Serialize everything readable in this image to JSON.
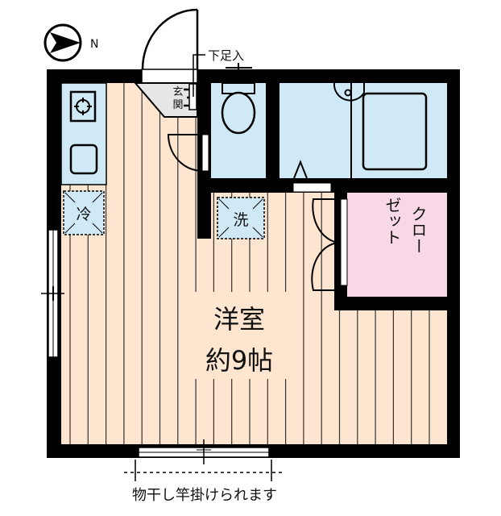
{
  "compass": {
    "label": "N",
    "icon": "north-arrow-icon"
  },
  "labels": {
    "entrance": [
      "玄",
      "関"
    ],
    "shoe_box": "下足入",
    "fridge": "冷",
    "washer": "洗",
    "closet": [
      "クロー",
      "ゼット"
    ],
    "room_name": "洋室",
    "room_size": "約9帖",
    "drying_pole": "物干し竿掛けられます"
  },
  "colors": {
    "wall": "#000000",
    "floor": "#fde5d0",
    "wet_area": "#cfe9f7",
    "closet": "#f8d7e6",
    "entrance": "#e6e6e6"
  }
}
